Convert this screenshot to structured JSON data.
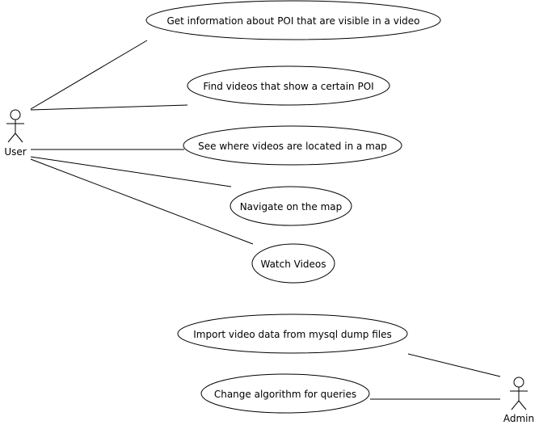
{
  "actors": {
    "user": {
      "label": "User"
    },
    "admin": {
      "label": "Admin"
    }
  },
  "use_cases": {
    "get_poi_info": "Get information about POI that are visible in a video",
    "find_videos_poi": "Find videos that show a certain POI",
    "see_videos_map": "See where videos are located in a map",
    "navigate_map": "Navigate on the map",
    "watch_videos": "Watch Videos",
    "import_video_data": "Import video data from mysql dump files",
    "change_algorithm": "Change algorithm for queries"
  },
  "associations": [
    {
      "actor": "user",
      "use_case": "get_poi_info"
    },
    {
      "actor": "user",
      "use_case": "find_videos_poi"
    },
    {
      "actor": "user",
      "use_case": "see_videos_map"
    },
    {
      "actor": "user",
      "use_case": "navigate_map"
    },
    {
      "actor": "user",
      "use_case": "watch_videos"
    },
    {
      "actor": "admin",
      "use_case": "import_video_data"
    },
    {
      "actor": "admin",
      "use_case": "change_algorithm"
    }
  ],
  "colors": {
    "stroke": "#000000",
    "fill": "#ffffff",
    "text": "#000000"
  }
}
